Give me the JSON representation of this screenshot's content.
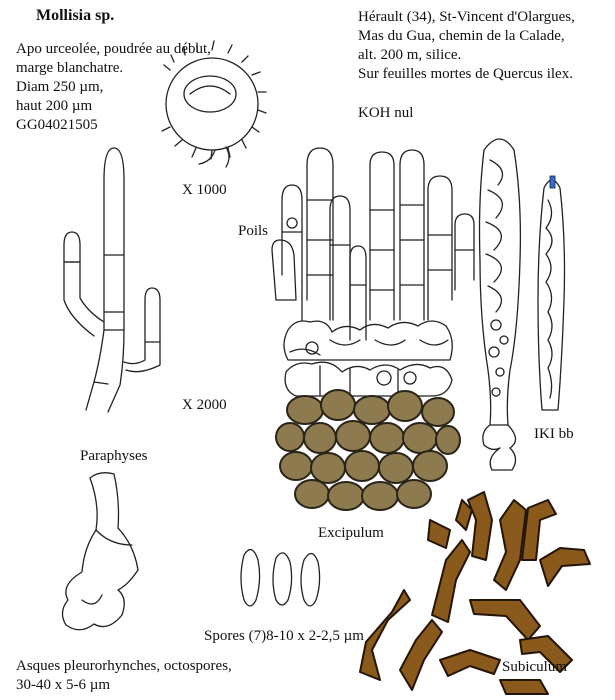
{
  "title": "Mollisia sp.",
  "description_lines": [
    "Apo urceolée, poudrée au début,",
    "marge blanchatre.",
    "Diam 250 µm,",
    "haut 200 µm",
    "GG04021505"
  ],
  "location_lines": [
    "Hérault (34), St-Vincent d'Olargues,",
    "Mas du Gua, chemin de la Calade,",
    "alt. 200 m, silice.",
    "Sur feuilles mortes de Quercus ilex."
  ],
  "labels": {
    "koh": "KOH nul",
    "mag_1000": "X 1000",
    "poils": "Poils",
    "mag_2000": "X 2000",
    "paraphyses": "Paraphyses",
    "iki": "IKI bb",
    "excipulum": "Excipulum",
    "spores": "Spores (7)8-10 x 2-2,5 µm",
    "subiculum": "Subiculum",
    "asques_1": "Asques pleurorhynches, octospores,",
    "asques_2": "30-40 x 5-6 µm"
  },
  "colors": {
    "hyaline_cap": "#8fe3cf",
    "excipulum_cell": "#8d7a4e",
    "subiculum_hypha": "#8a5a1c",
    "iki_tip": "#2e6fd6"
  }
}
